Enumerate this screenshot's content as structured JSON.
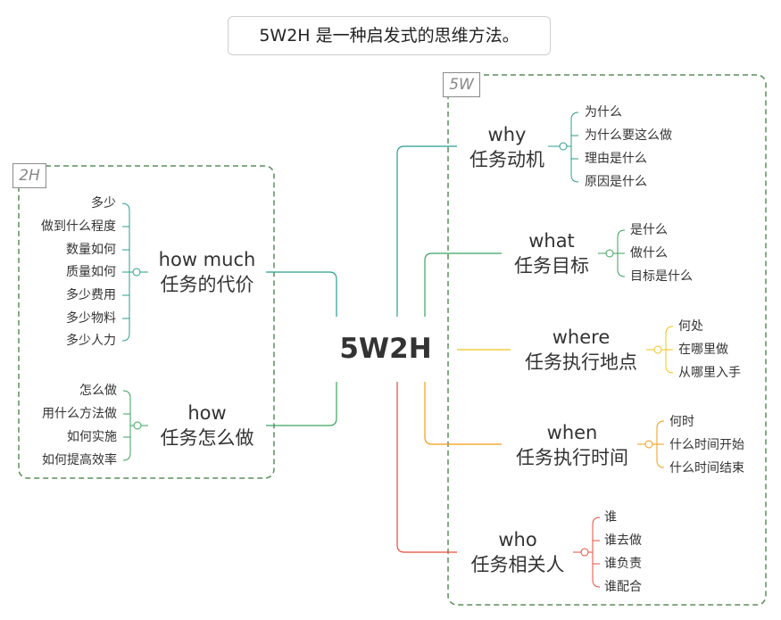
{
  "title": "5W2H 是一种启发式的思维方法。",
  "central": "5W2H",
  "boundaries": {
    "left": "2H",
    "right": "5W"
  },
  "colors": {
    "teal": "#2a9d8f",
    "green": "#3aa35d",
    "yellow": "#f0c419",
    "orange": "#f39c12",
    "red": "#e74c3c",
    "boundary": "#5a8f5a"
  },
  "branches": {
    "why": {
      "en": "why",
      "zh": "任务动机",
      "items": [
        "为什么",
        "为什么要这么做",
        "理由是什么",
        "原因是什么"
      ]
    },
    "what": {
      "en": "what",
      "zh": "任务目标",
      "items": [
        "是什么",
        "做什么",
        "目标是什么"
      ]
    },
    "where": {
      "en": "where",
      "zh": "任务执行地点",
      "items": [
        "何处",
        "在哪里做",
        "从哪里入手"
      ]
    },
    "when": {
      "en": "when",
      "zh": "任务执行时间",
      "items": [
        "何时",
        "什么时间开始",
        "什么时间结束"
      ]
    },
    "who": {
      "en": "who",
      "zh": "任务相关人",
      "items": [
        "谁",
        "谁去做",
        "谁负责",
        "谁配合"
      ]
    },
    "howmuch": {
      "en": "how much",
      "zh": "任务的代价",
      "items": [
        "多少",
        "做到什么程度",
        "数量如何",
        "质量如何",
        "多少费用",
        "多少物料",
        "多少人力"
      ]
    },
    "how": {
      "en": "how",
      "zh": "任务怎么做",
      "items": [
        "怎么做",
        "用什么方法做",
        "如何实施",
        "如何提高效率"
      ]
    }
  }
}
